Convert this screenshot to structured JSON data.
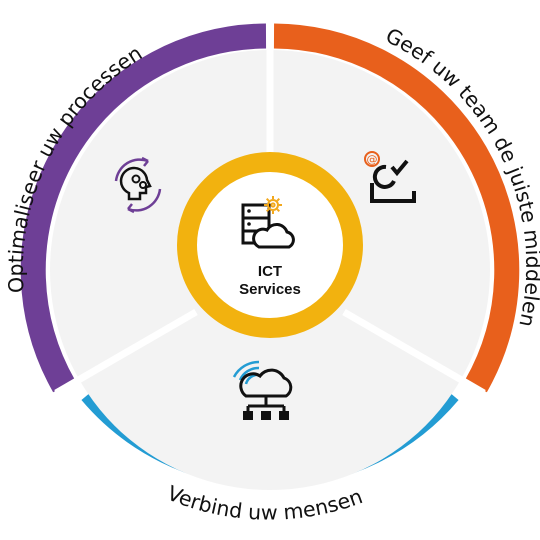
{
  "diagram": {
    "center": {
      "line1": "ICT",
      "line2": "Services",
      "icon": "server-cloud-gear-icon",
      "ring_color": "#F2B20F"
    },
    "segments": [
      {
        "id": "optimize",
        "label": "Optimaliseer uw processen",
        "color": "#6E3F96",
        "icon": "brain-gears-cycle-icon"
      },
      {
        "id": "equip",
        "label": "Geef uw team de juiste middelen",
        "color": "#E8601C",
        "icon": "person-at-checkmark-icon"
      },
      {
        "id": "connect",
        "label": "Verbind uw mensen",
        "color": "#239CD3",
        "icon": "cloud-network-wifi-icon"
      }
    ],
    "accent_icon_color": "#F2A81D",
    "panel_color": "#F3F3F3"
  }
}
